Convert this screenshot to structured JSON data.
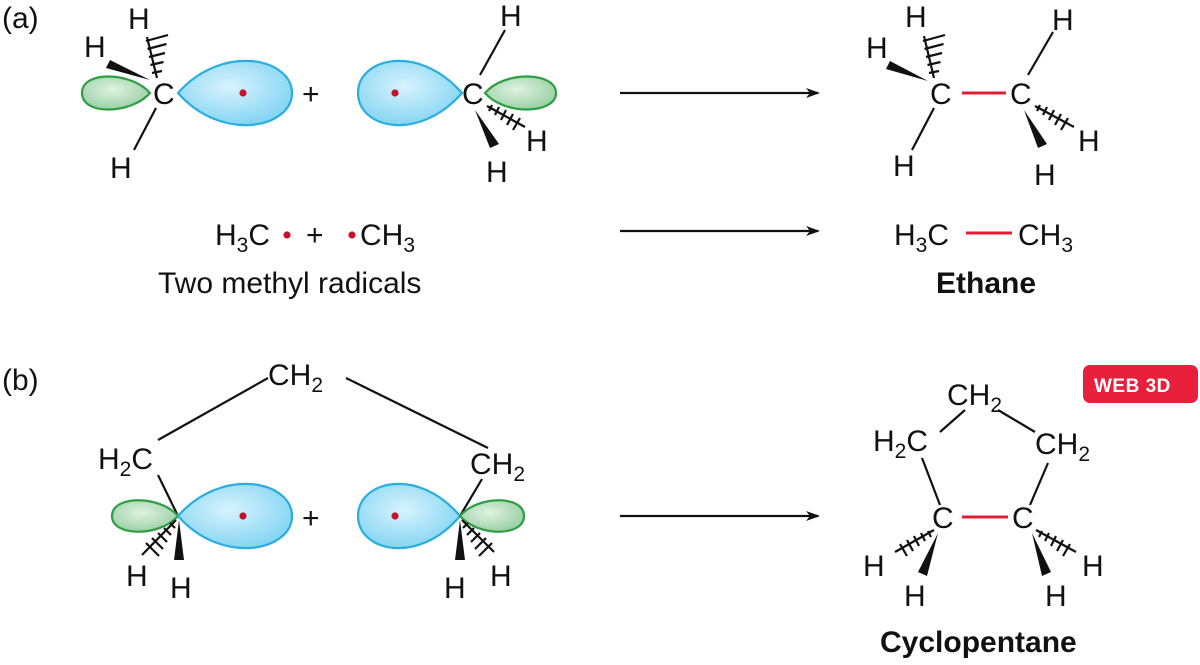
{
  "panel_a": {
    "tag": "(a)",
    "radical_left": {
      "center": "C",
      "h_top": "H",
      "h_upper_left": "H",
      "h_bottom": "H"
    },
    "plus": "+",
    "radical_right": {
      "center": "C",
      "h_top": "H",
      "h_wedge": "H",
      "h_dash": "H"
    },
    "product": {
      "c1": "C",
      "c2": "C",
      "h1_top": "H",
      "h1_left": "H",
      "h1_bottom": "H",
      "h2_top": "H",
      "h2_dash": "H",
      "h2_bottom": "H"
    },
    "eq_left": {
      "h": "H",
      "sub3a": "3",
      "c": "C",
      "plus": "+",
      "c2": "CH",
      "sub3b": "3"
    },
    "eq_right": {
      "h": "H",
      "sub3a": "3",
      "c": "C",
      "c2": "CH",
      "sub3b": "3"
    },
    "reactant_caption": "Two methyl radicals",
    "product_caption": "Ethane"
  },
  "panel_b": {
    "tag": "(b)",
    "ch2_top": {
      "text": "CH",
      "sub": "2"
    },
    "h2c_left": {
      "h": "H",
      "sub": "2",
      "c": "C"
    },
    "ch2_right": {
      "text": "CH",
      "sub": "2"
    },
    "plus": "+",
    "left_h_dash": "H",
    "left_h_wedge": "H",
    "right_h_wedge": "H",
    "right_h_dash": "H",
    "badge": "WEB 3D",
    "product": {
      "ch2_top": {
        "text": "CH",
        "sub": "2"
      },
      "h2c_left": {
        "h": "H",
        "sub": "2",
        "c": "C"
      },
      "ch2_right": {
        "text": "CH",
        "sub": "2"
      },
      "c_left": "C",
      "c_right": "C",
      "h_left_dash": "H",
      "h_left_wedge": "H",
      "h_right_dash": "H",
      "h_right_wedge": "H"
    },
    "product_caption": "Cyclopentane"
  },
  "colors": {
    "new_bond": "#e01e35",
    "unpaired_electron": "#c8102e",
    "sp3_lobe": "#7fd8f5",
    "p_lobe": "#8fd0a0",
    "badge": "#e8203c"
  }
}
